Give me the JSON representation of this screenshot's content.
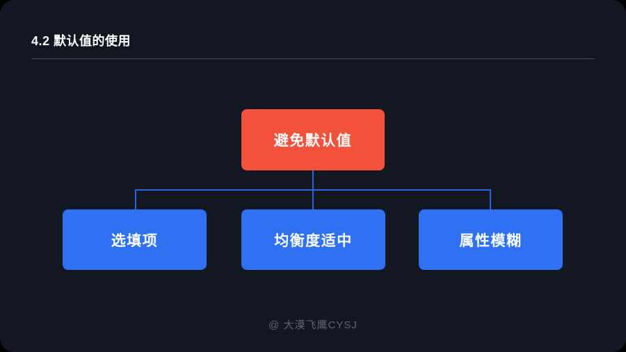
{
  "slide": {
    "title": "4.2 默认值的使用",
    "watermark": "@ 大漠飞鹰CYSJ"
  },
  "diagram": {
    "type": "hierarchy-flowchart",
    "root": {
      "label": "避免默认值"
    },
    "children": [
      {
        "label": "选填项"
      },
      {
        "label": "均衡度适中"
      },
      {
        "label": "属性模糊"
      }
    ],
    "colors": {
      "root_box": "#f4513c",
      "child_box": "#3070f2",
      "connector": "#2e63da",
      "background": "#131722",
      "title_text": "#ffffff",
      "divider": "#4b505c",
      "watermark_text": "#5d6573"
    }
  }
}
